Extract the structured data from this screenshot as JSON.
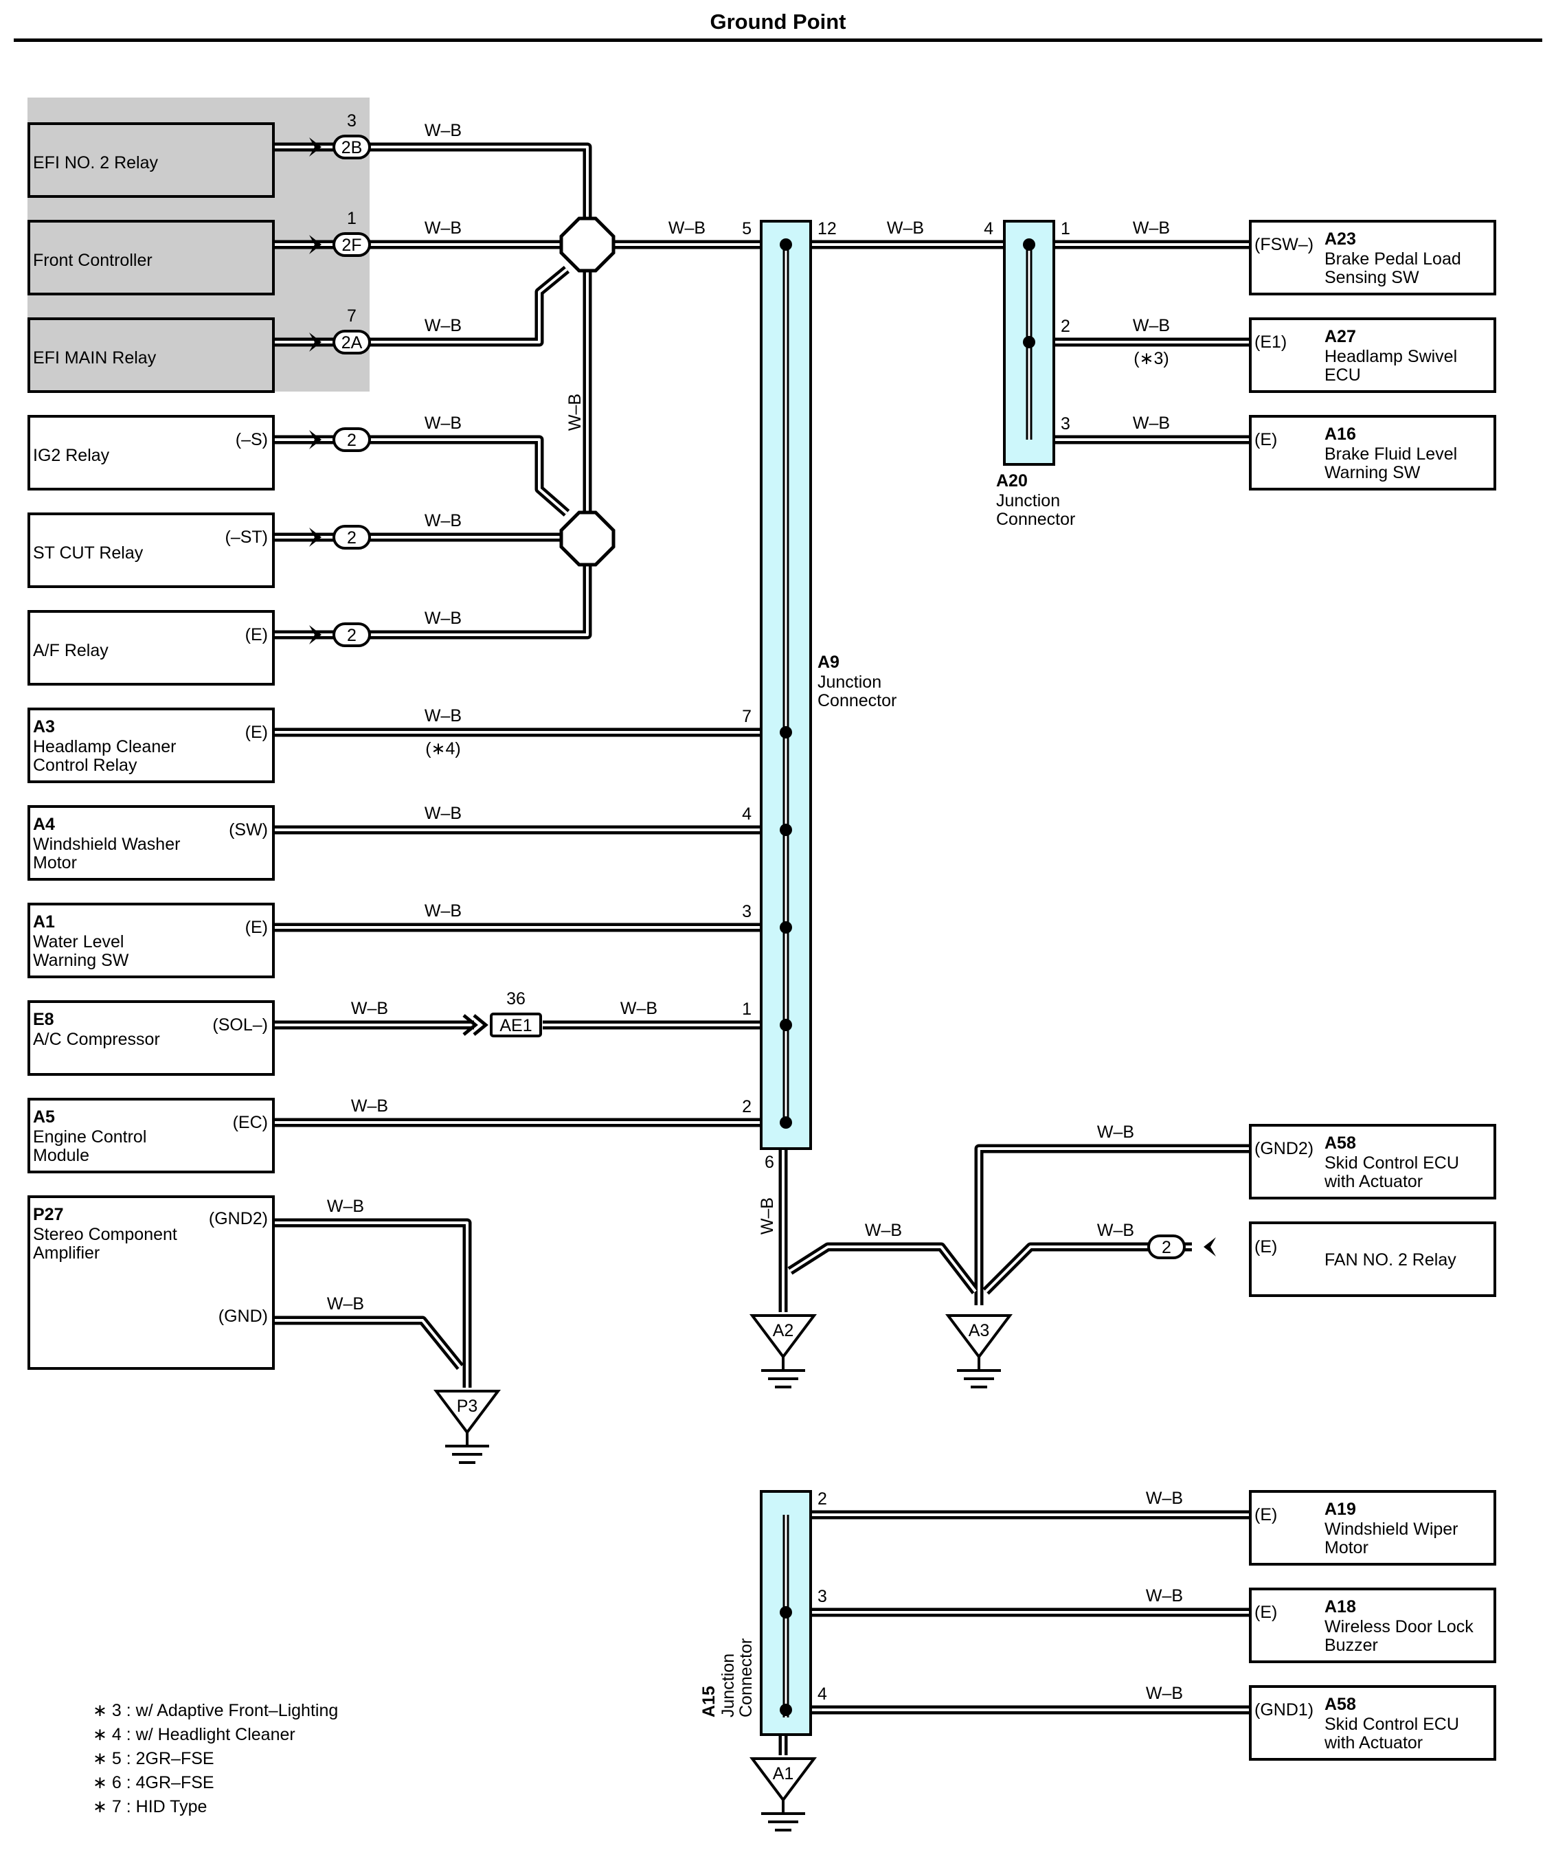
{
  "title": "Ground Point",
  "wire_color": "W–B",
  "colors": {
    "connector_fill": "#cdf7fb",
    "shaded_area": "#cccccc",
    "line": "#000000"
  },
  "components_left": [
    {
      "id": "",
      "name": "EFI NO. 2 Relay",
      "pin": "",
      "connector": "2B",
      "terminal": "3"
    },
    {
      "id": "",
      "name": "Front Controller",
      "pin": "",
      "connector": "2F",
      "terminal": "1"
    },
    {
      "id": "",
      "name": "EFI MAIN Relay",
      "pin": "",
      "connector": "2A",
      "terminal": "7"
    },
    {
      "id": "",
      "name": "IG2 Relay",
      "pin": "(–S)",
      "connector": "2",
      "terminal": ""
    },
    {
      "id": "",
      "name": "ST CUT Relay",
      "pin": "(–ST)",
      "connector": "2",
      "terminal": ""
    },
    {
      "id": "",
      "name": "A/F Relay",
      "pin": "(E)",
      "connector": "2",
      "terminal": ""
    },
    {
      "id": "A3",
      "name_lines": [
        "Headlamp Cleaner",
        "Control Relay"
      ],
      "pin": "(E)",
      "a9_pin": "7",
      "note": "(∗4)"
    },
    {
      "id": "A4",
      "name_lines": [
        "Windshield Washer",
        "Motor"
      ],
      "pin": "(SW)",
      "a9_pin": "4"
    },
    {
      "id": "A1",
      "name_lines": [
        "Water Level",
        "Warning SW"
      ],
      "pin": "(E)",
      "a9_pin": "3"
    },
    {
      "id": "E8",
      "name_lines": [
        "A/C Compressor"
      ],
      "pin": "(SOL–)",
      "a9_pin": "1",
      "inline_connector": "AE1",
      "inline_terminal": "36"
    },
    {
      "id": "A5",
      "name_lines": [
        "Engine Control",
        "Module"
      ],
      "pin": "(EC)",
      "a9_pin": "2"
    },
    {
      "id": "P27",
      "name_lines": [
        "Stereo Component",
        "Amplifier"
      ],
      "pins": [
        "(GND2)",
        "(GND)"
      ]
    }
  ],
  "junction_a9": {
    "id": "A9",
    "name_lines": [
      "Junction",
      "Connector"
    ],
    "pin_in": "5",
    "pin_out": "12",
    "pin_bottom": "6"
  },
  "junction_a20": {
    "id": "A20",
    "name_lines": [
      "Junction",
      "Connector"
    ],
    "pin_in": "4",
    "pins_out": [
      "1",
      "2",
      "3"
    ]
  },
  "junction_a15": {
    "id": "A15",
    "name_lines": [
      "Junction",
      "Connector"
    ],
    "pins_out": [
      "2",
      "3",
      "4"
    ]
  },
  "components_right": [
    {
      "id": "A23",
      "name_lines": [
        "Brake Pedal Load",
        "Sensing SW"
      ],
      "pin": "(FSW–)"
    },
    {
      "id": "A27",
      "name_lines": [
        "Headlamp Swivel",
        "ECU"
      ],
      "pin": "(E1)",
      "note": "(∗3)"
    },
    {
      "id": "A16",
      "name_lines": [
        "Brake Fluid Level",
        "Warning SW"
      ],
      "pin": "(E)"
    },
    {
      "id": "A58",
      "name_lines": [
        "Skid Control ECU",
        "with Actuator"
      ],
      "pin": "(GND2)"
    },
    {
      "id": "",
      "name_lines": [
        "FAN NO. 2 Relay"
      ],
      "pin": "(E)",
      "connector": "2"
    },
    {
      "id": "A19",
      "name_lines": [
        "Windshield Wiper",
        "Motor"
      ],
      "pin": "(E)"
    },
    {
      "id": "A18",
      "name_lines": [
        "Wireless Door Lock",
        "Buzzer"
      ],
      "pin": "(E)"
    },
    {
      "id": "A58",
      "name_lines": [
        "Skid Control ECU",
        "with Actuator"
      ],
      "pin": "(GND1)"
    }
  ],
  "ground_points": [
    "A2",
    "A3",
    "P3",
    "A1"
  ],
  "footnotes": [
    "∗ 3 : w/ Adaptive Front–Lighting",
    "∗ 4 : w/ Headlight Cleaner",
    "∗ 5 : 2GR–FSE",
    "∗ 6 : 4GR–FSE",
    "∗ 7 : HID Type"
  ]
}
